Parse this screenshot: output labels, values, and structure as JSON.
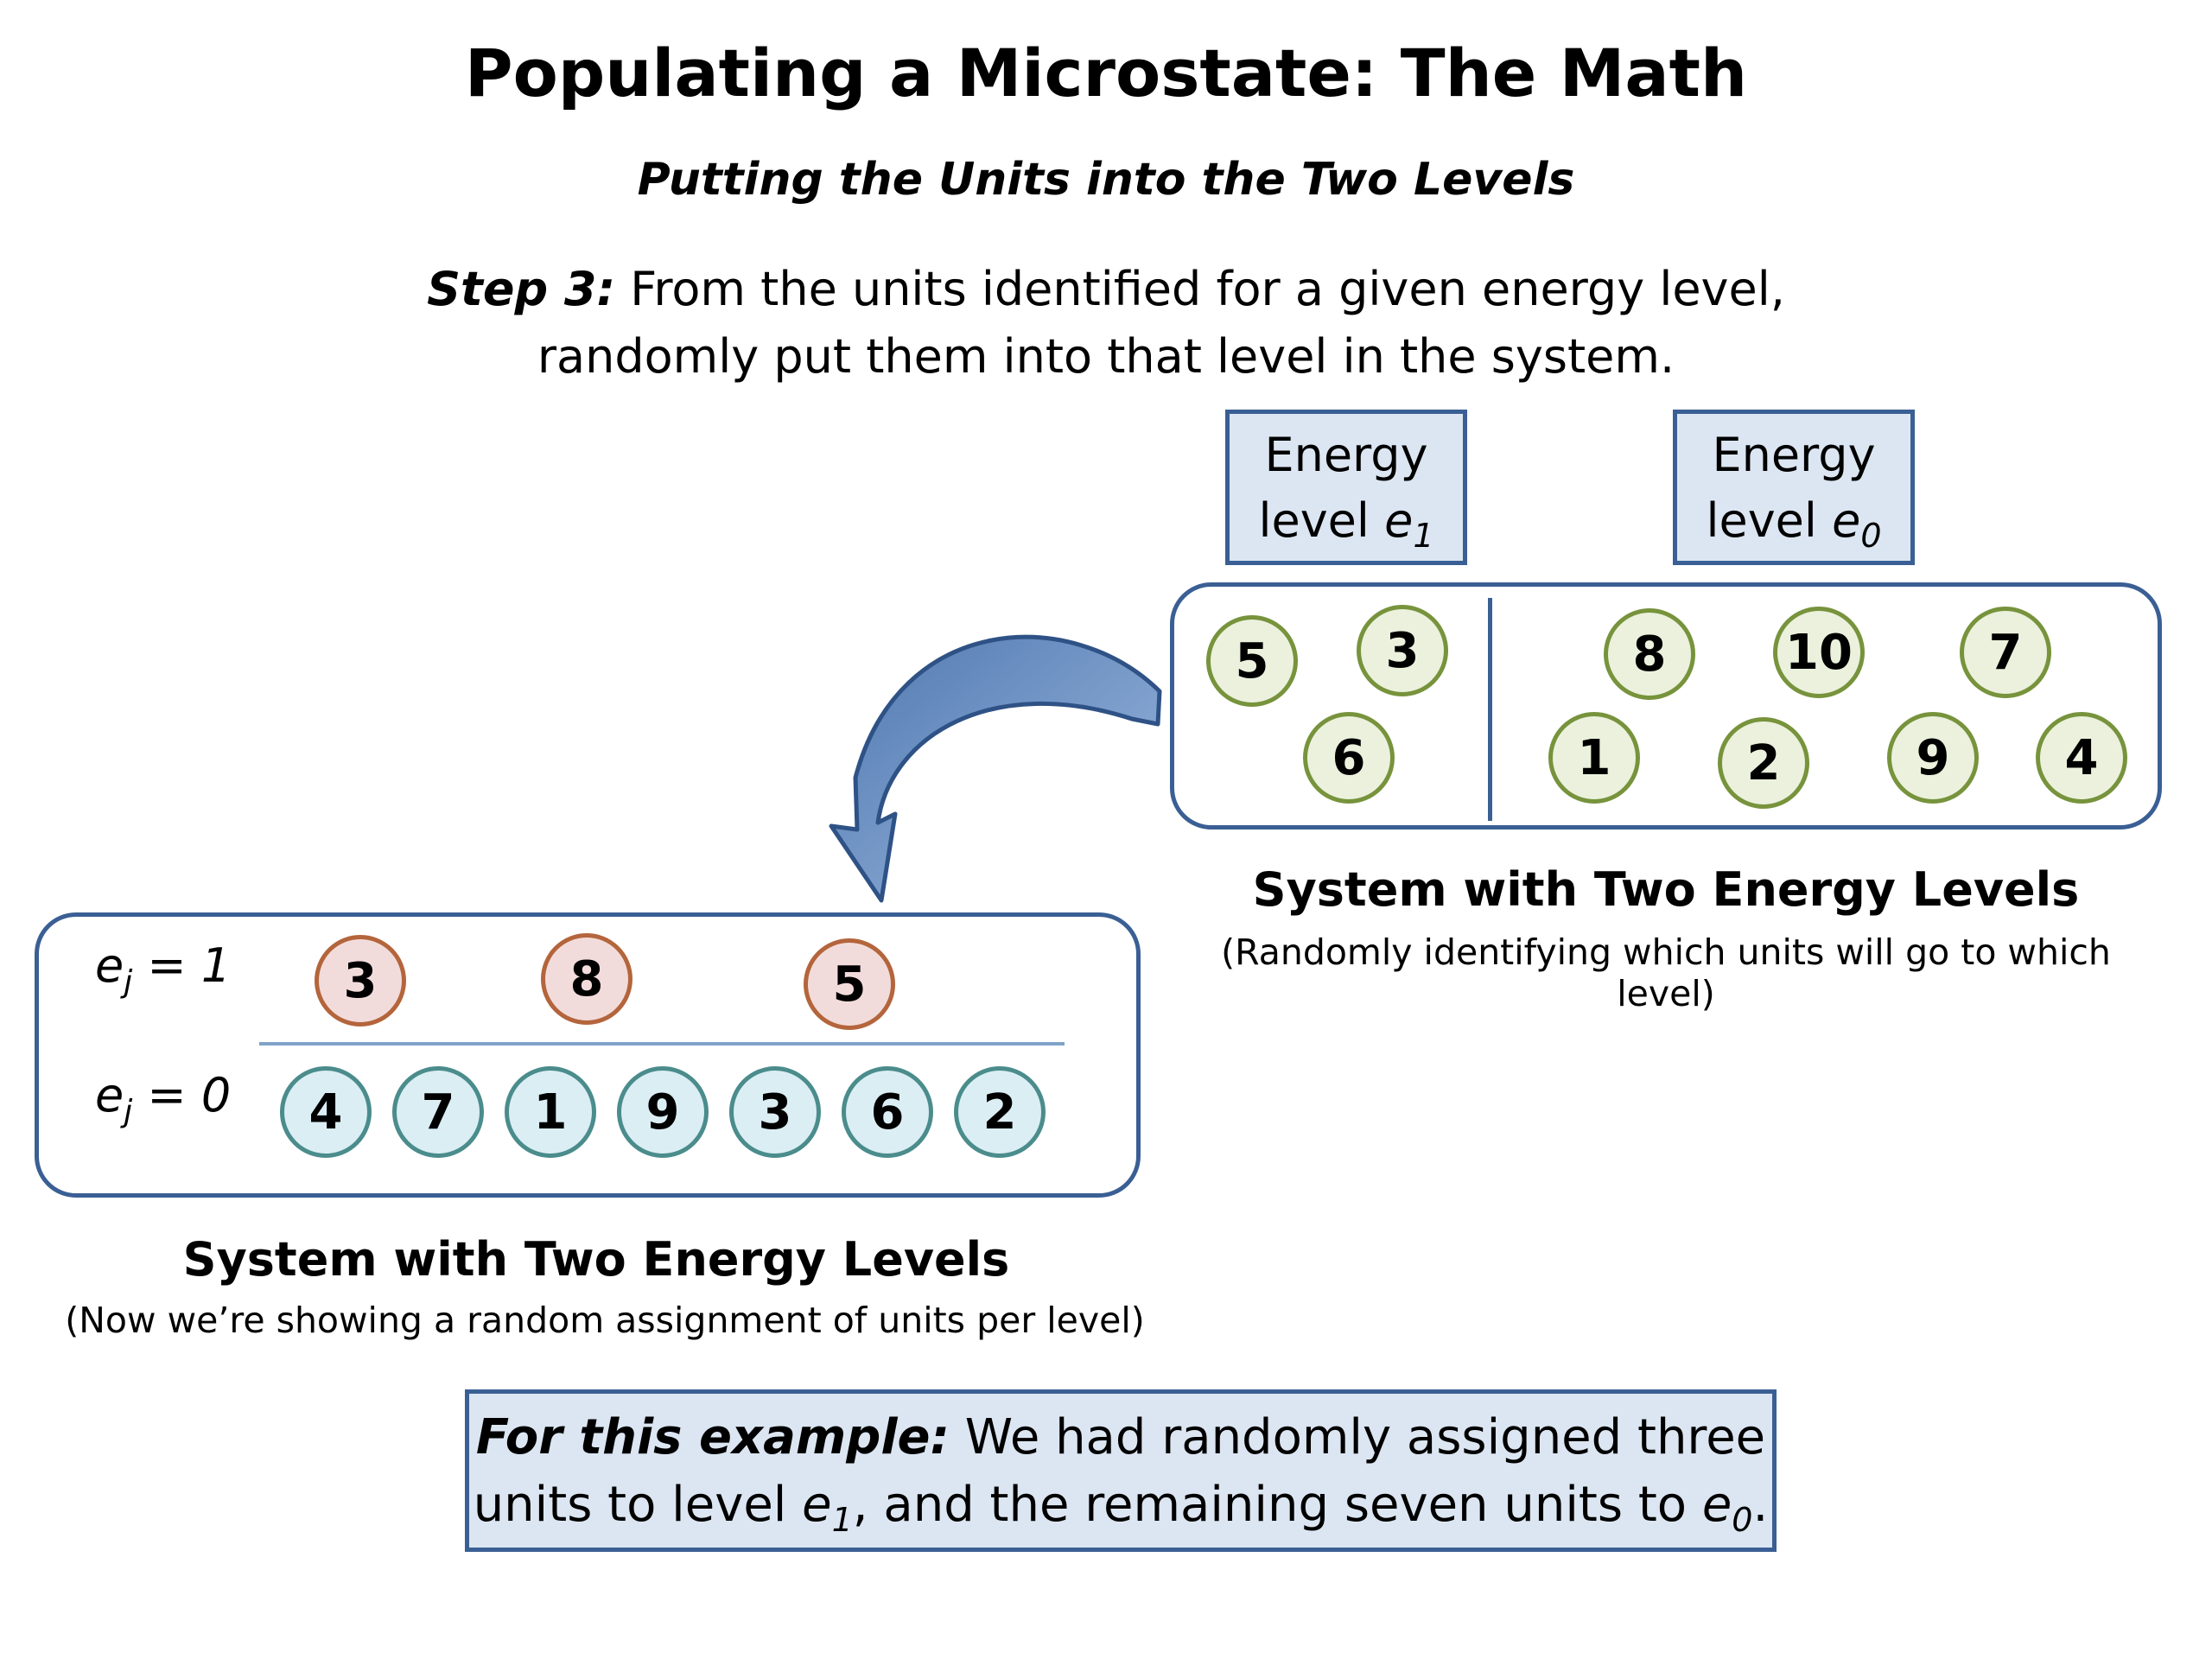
{
  "title": "Populating a Microstate:  The Math",
  "subtitle": "Putting the Units into the Two Levels",
  "step": {
    "lead": "Step 3:",
    "line1": " From the units identified for a given energy level,",
    "line2": "randomly put them into that level in the system."
  },
  "level_boxes": {
    "e1": {
      "line1": "Energy",
      "line2": "level ",
      "var": "e",
      "sub": "1"
    },
    "e0": {
      "line1": "Energy",
      "line2": "level ",
      "var": "e",
      "sub": "0"
    }
  },
  "top_system": {
    "level_e1_units": [
      "5",
      "3",
      "6"
    ],
    "level_e0_units": [
      "8",
      "10",
      "7",
      "1",
      "2",
      "9",
      "4"
    ],
    "caption": "System with Two Energy Levels",
    "caption_sub": "(Randomly identifying which units will go to which level)"
  },
  "bottom_system": {
    "label_upper": {
      "var": "e",
      "sub": "j",
      "rest": " = 1"
    },
    "label_lower": {
      "var": "e",
      "sub": "j",
      "rest": " = 0"
    },
    "upper_units": [
      "3",
      "8",
      "5"
    ],
    "lower_units": [
      "4",
      "7",
      "1",
      "9",
      "3",
      "6",
      "2"
    ],
    "caption": "System with Two Energy Levels",
    "caption_sub": "(Now we’re showing a random assignment of units per level)"
  },
  "note": {
    "lead": "For this example:",
    "text1": " We had randomly assigned three",
    "text2": "units to level ",
    "var1": "e",
    "sub1": "1",
    "text3": ", and the remaining seven units to ",
    "var2": "e",
    "sub2": "0",
    "text4": "."
  },
  "colors": {
    "box_fill": "#dce6f2",
    "box_border": "#3a5f94",
    "unit_green": "#77933c",
    "unit_orange": "#b4653c",
    "unit_teal": "#4b8c8c",
    "arrow": "#6a8fc4"
  },
  "arrow": {
    "icon": "curved-arrow-icon"
  }
}
